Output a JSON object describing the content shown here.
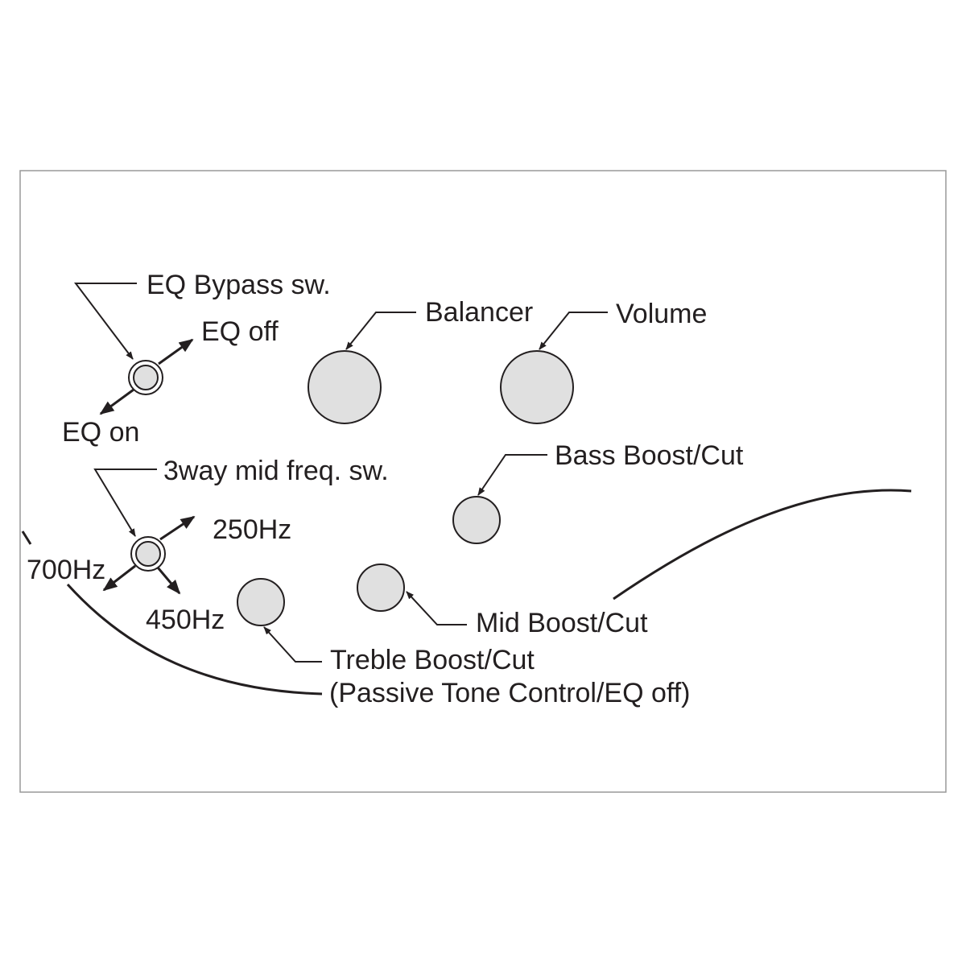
{
  "labels": {
    "eq_bypass_sw": "EQ Bypass sw.",
    "eq_off": "EQ off",
    "eq_on": "EQ on",
    "balancer": "Balancer",
    "volume": "Volume",
    "bass": "Bass Boost/Cut",
    "three_way_sw": "3way mid freq. sw.",
    "freq_250": "250Hz",
    "freq_700": "700Hz",
    "freq_450": "450Hz",
    "mid": "Mid Boost/Cut",
    "treble": "Treble Boost/Cut",
    "treble_note": "(Passive Tone Control/EQ off)"
  },
  "colors": {
    "line": "#231f20",
    "knob_fill": "#e0e0e0",
    "frame": "#999999"
  }
}
